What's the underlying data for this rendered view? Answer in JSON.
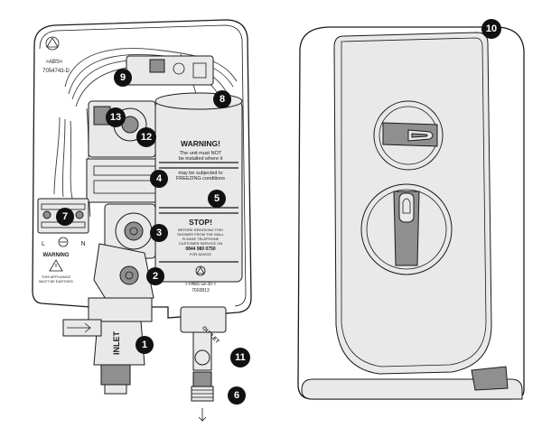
{
  "unit_left": {
    "recycle_code": ">ABS<",
    "part_code": "7054743-D",
    "earth_label": "L",
    "neutral_label": "N",
    "warning_title": "WARNING",
    "appliance_note": [
      "THIS APPLIANCE",
      "MUST BE EARTHED"
    ],
    "inlet_label": "INLET",
    "outlet_label": "OUTLET",
    "tank_warning": {
      "title": "WARNING!",
      "lines": [
        "The unit must NOT",
        "be installed where it",
        "may be subjected to",
        "FREEZING conditions"
      ]
    },
    "tank_stop": {
      "title": "STOP!",
      "lines": [
        "BEFORE REMOVING THIS",
        "SHOWER FROM THE WALL",
        "PLEASE TELEPHONE",
        "CUSTOMER SERVICE ON",
        "0844 980 0750",
        "FOR ADVICE"
      ]
    },
    "tank_material": "> PA66 GF30 <",
    "tank_code": "7003813"
  },
  "callouts": [
    {
      "id": "callout-1",
      "label": "1"
    },
    {
      "id": "callout-2",
      "label": "2"
    },
    {
      "id": "callout-3",
      "label": "3"
    },
    {
      "id": "callout-4",
      "label": "4"
    },
    {
      "id": "callout-5",
      "label": "5"
    },
    {
      "id": "callout-6",
      "label": "6"
    },
    {
      "id": "callout-7",
      "label": "7"
    },
    {
      "id": "callout-8",
      "label": "8"
    },
    {
      "id": "callout-9",
      "label": "9"
    },
    {
      "id": "callout-10",
      "label": "10"
    },
    {
      "id": "callout-11",
      "label": "11"
    },
    {
      "id": "callout-12",
      "label": "12"
    },
    {
      "id": "callout-13",
      "label": "13"
    }
  ]
}
